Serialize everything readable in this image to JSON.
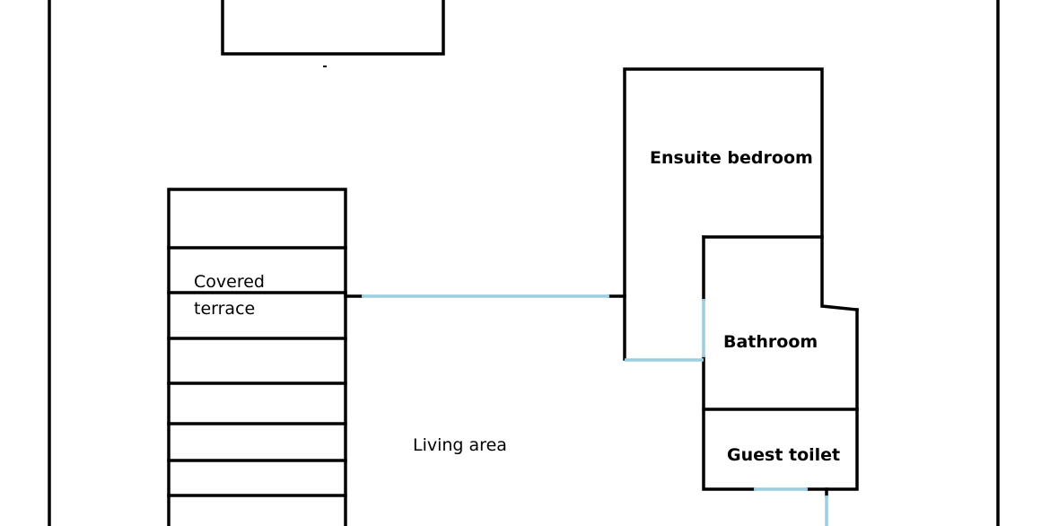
{
  "colors": {
    "wall": "#000000",
    "opening": "#9ccde0",
    "background": "#ffffff"
  },
  "rooms": {
    "ensuite_bedroom": "Ensuite bedroom",
    "covered_terrace_line1": "Covered",
    "covered_terrace_line2": "terrace",
    "bathroom": "Bathroom",
    "living_area": "Living area",
    "guest_toilet": "Guest toilet"
  }
}
